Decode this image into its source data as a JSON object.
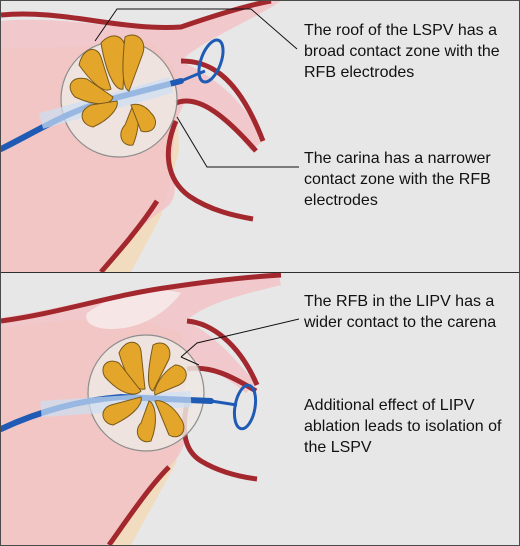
{
  "annotations": {
    "roof": "The roof of the LSPV has a broad contact zone with the RFB electrodes",
    "carina": "The carina has a narrower contact zone with the RFB electrodes",
    "lipv": "The RFB in the LIPV has a wider contact to the carena",
    "effect": "Additional effect of LIPV ablation leads to isolation of the LSPV"
  },
  "colors": {
    "background": "#e7e7e7",
    "wall": "#a3282e",
    "tissue": "#f2c2c6",
    "atrium": "#f1dcc0",
    "electrode": "#e3a52a",
    "catheter": "#1f5bb4",
    "balloon": "#ede7e2"
  }
}
